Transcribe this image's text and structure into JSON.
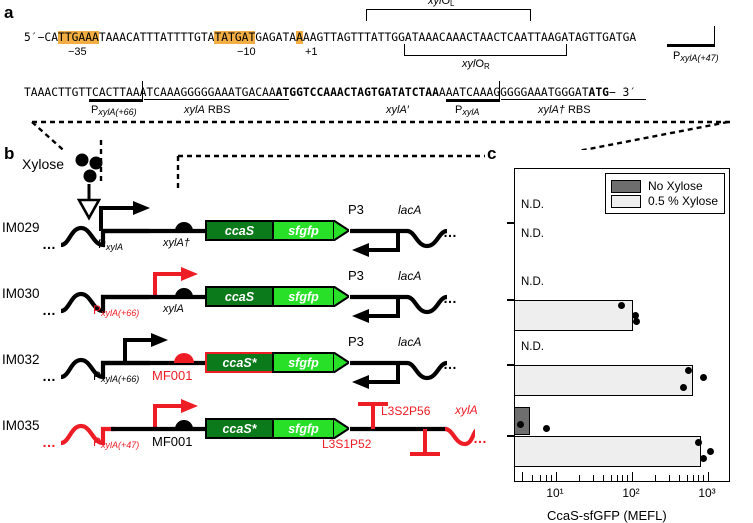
{
  "panels": {
    "a": {
      "letter": "a"
    },
    "b": {
      "letter": "b"
    },
    "c": {
      "letter": "c"
    }
  },
  "sequence": {
    "row1": {
      "prefix": "5′−CA",
      "minus35": "TTGAAA",
      "seg1": "TAAACATTTATTTTGTA",
      "minus10": "TATGAT",
      "seg2": "GAGATA",
      "plus1": "A",
      "seg3": "AAGTTAGTTTATTGGATAAACAAACTAACTCAATTAAGATAGTTGA",
      "seg4": "TGA"
    },
    "row2": {
      "seg1": "TAAACTTGTTCACTT",
      "seg2": "AAATCAAAGGGGGAAATGACAA",
      "seg3_bold": "ATGGTCCAAACTAGTGATATCTAA",
      "seg4": "AAATCAAAGGGGGAAATGGGAT",
      "seg5_bold": "ATG",
      "suffix": "− 3′"
    },
    "labels": {
      "minus35": "−35",
      "minus10": "−10",
      "plus1": "+1",
      "xylOL_prefix": "xyl",
      "xylOL_suffix": "O",
      "xylOL_sub": "L",
      "xylOR_prefix": "xyl",
      "xylOR_suffix": "O",
      "xylOR_sub": "R",
      "pxyla47_p": "P",
      "pxyla47_sub": "xylA(+47)",
      "pxyla66_p": "P",
      "pxyla66_sub": "xylA(+66)",
      "pxyla_p": "P",
      "pxyla_sub": "xylA",
      "xylA_rbs_gene": "xylA",
      "xylA_rbs_text": " RBS",
      "xylA_dagger_gene": "xylA†",
      "xylA_dagger_text": " RBS",
      "xylA_prime": "xylA′"
    }
  },
  "constructs": {
    "xylose_label": "Xylose",
    "rows": [
      {
        "name": "IM029",
        "promoter_p": "P",
        "promoter_sub": "xylA",
        "promoter_color": "black",
        "rbs_label": "xylA†",
        "rbs_color": "black",
        "gene1": "ccaS",
        "gene2": "sfgfp",
        "gene1_outline": "black",
        "downstream_promoter": "P3",
        "downstream_gene": "lacA"
      },
      {
        "name": "IM030",
        "promoter_p": "P",
        "promoter_sub": "xylA(+66)",
        "promoter_color": "red",
        "rbs_label": "xylA",
        "rbs_color": "black",
        "gene1": "ccaS",
        "gene2": "sfgfp",
        "gene1_outline": "black",
        "downstream_promoter": "P3",
        "downstream_gene": "lacA"
      },
      {
        "name": "IM032",
        "promoter_p": "P",
        "promoter_sub": "xylA(+66)",
        "promoter_color": "black",
        "rbs_label": "MF001",
        "rbs_color": "red",
        "gene1": "ccaS*",
        "gene2": "sfgfp",
        "gene1_outline": "red",
        "downstream_promoter": "P3",
        "downstream_gene": "lacA"
      },
      {
        "name": "IM035",
        "promoter_p": "P",
        "promoter_sub": "xylA(+47)",
        "promoter_color": "red",
        "rbs_label": "MF001",
        "rbs_color": "black",
        "gene1": "ccaS*",
        "gene2": "sfgfp",
        "gene1_outline": "black",
        "terminator1": "L3S1P52",
        "terminator2": "L3S2P56",
        "downstream_gene": "xylA"
      }
    ]
  },
  "chart_data": {
    "type": "bar",
    "orientation": "horizontal",
    "title": "",
    "xlabel": "CcaS-sfGFP (MEFL)",
    "ylabel": "",
    "xscale": "log",
    "xlim": [
      2.2,
      1400
    ],
    "xticks": [
      10,
      100,
      1000
    ],
    "xticklabels": [
      "10¹",
      "10²",
      "10³"
    ],
    "legend": {
      "position": "top-right",
      "entries": [
        {
          "label": "No Xylose",
          "color": "#6e6e6e"
        },
        {
          "label": "0.5 % Xylose",
          "color": "#eeeeee"
        }
      ]
    },
    "categories": [
      "IM029",
      "IM030",
      "IM032",
      "IM035"
    ],
    "series": [
      {
        "name": "No Xylose",
        "color": "#6e6e6e",
        "values": [
          null,
          null,
          null,
          2.9
        ],
        "value_labels": [
          "N.D.",
          "N.D.",
          "N.D.",
          ""
        ],
        "replicates": [
          [],
          [],
          [],
          [
            2.6,
            4.8
          ]
        ]
      },
      {
        "name": "0.5 % Xylose",
        "color": "#eeeeee",
        "values": [
          null,
          68,
          370,
          450
        ],
        "value_labels": [
          "N.D.",
          "",
          "",
          ""
        ],
        "replicates": [
          [],
          [
            53,
            70,
            73
          ],
          [
            400,
            345,
            460
          ],
          [
            480,
            560,
            545
          ]
        ]
      }
    ]
  }
}
